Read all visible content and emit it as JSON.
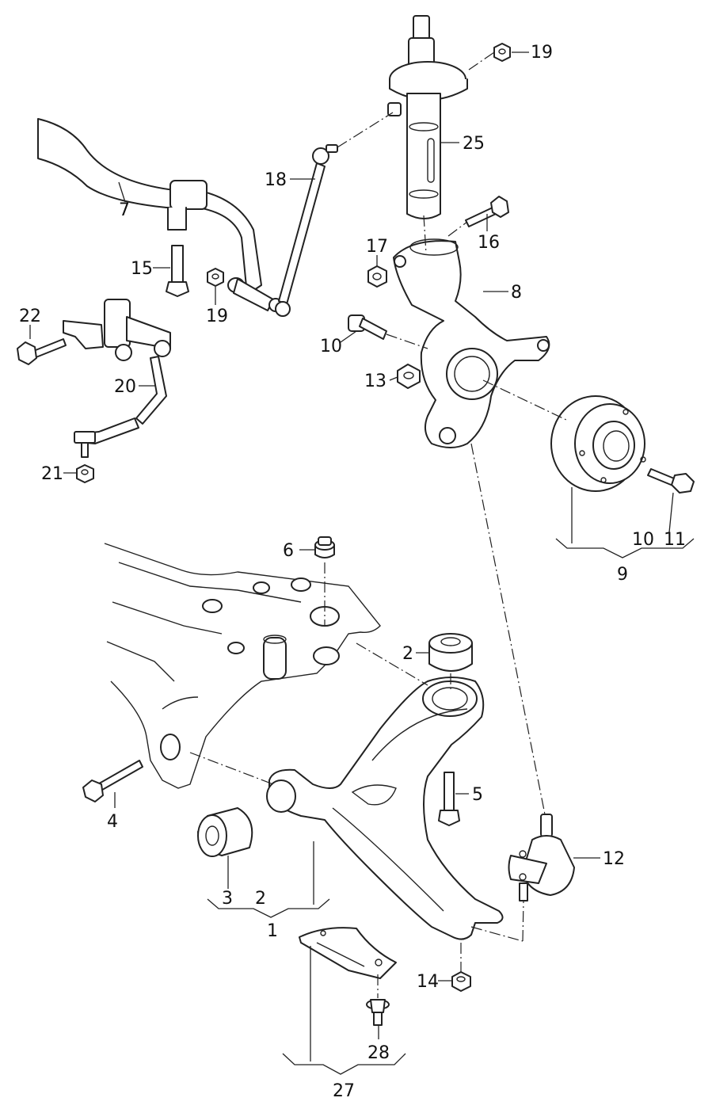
{
  "callouts": {
    "c1": "1",
    "c2a": "2",
    "c2b": "2",
    "c3": "3",
    "c4": "4",
    "c5": "5",
    "c6": "6",
    "c7": "7",
    "c8": "8",
    "c9": "9",
    "c10a": "10",
    "c10b": "10",
    "c11": "11",
    "c12": "12",
    "c13": "13",
    "c14": "14",
    "c15": "15",
    "c16": "16",
    "c17": "17",
    "c18": "18",
    "c19a": "19",
    "c19b": "19",
    "c20": "20",
    "c21": "21",
    "c22": "22",
    "c25": "25",
    "c27": "27",
    "c28": "28"
  }
}
